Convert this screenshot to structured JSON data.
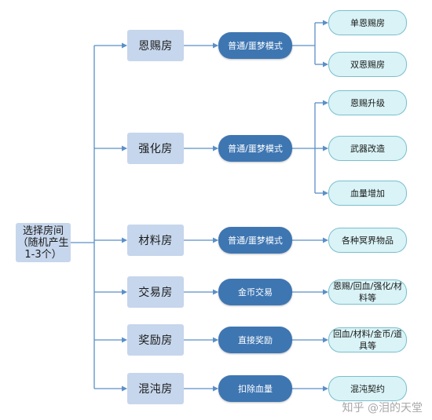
{
  "root": "选择房间（随机产生1-3个）",
  "rooms": [
    {
      "name": "恩赐房",
      "mode": "普通/噩梦模式",
      "outcomes": [
        "单恩赐房",
        "双恩赐房"
      ]
    },
    {
      "name": "强化房",
      "mode": "普通/噩梦模式",
      "outcomes": [
        "恩赐升级",
        "武器改造",
        "血量增加"
      ]
    },
    {
      "name": "材料房",
      "mode": "普通/噩梦模式",
      "outcomes": [
        "各种冥界物品"
      ]
    },
    {
      "name": "交易房",
      "mode": "金币交易",
      "outcomes": [
        "恩赐/回血/强化/材料等"
      ]
    },
    {
      "name": "奖励房",
      "mode": "直接奖励",
      "outcomes": [
        "回血/材料/金币/道具等"
      ]
    },
    {
      "name": "混沌房",
      "mode": "扣除血量",
      "outcomes": [
        "混沌契约"
      ]
    }
  ],
  "watermark": {
    "platform": "知乎",
    "author": "@泪的天堂"
  },
  "colors": {
    "room_fill": "#c6d6ec",
    "mode_fill": "#3e76b2",
    "leaf_fill": "#d9f3f6",
    "leaf_border": "#79bfce",
    "connector": "#5b8fc7"
  }
}
